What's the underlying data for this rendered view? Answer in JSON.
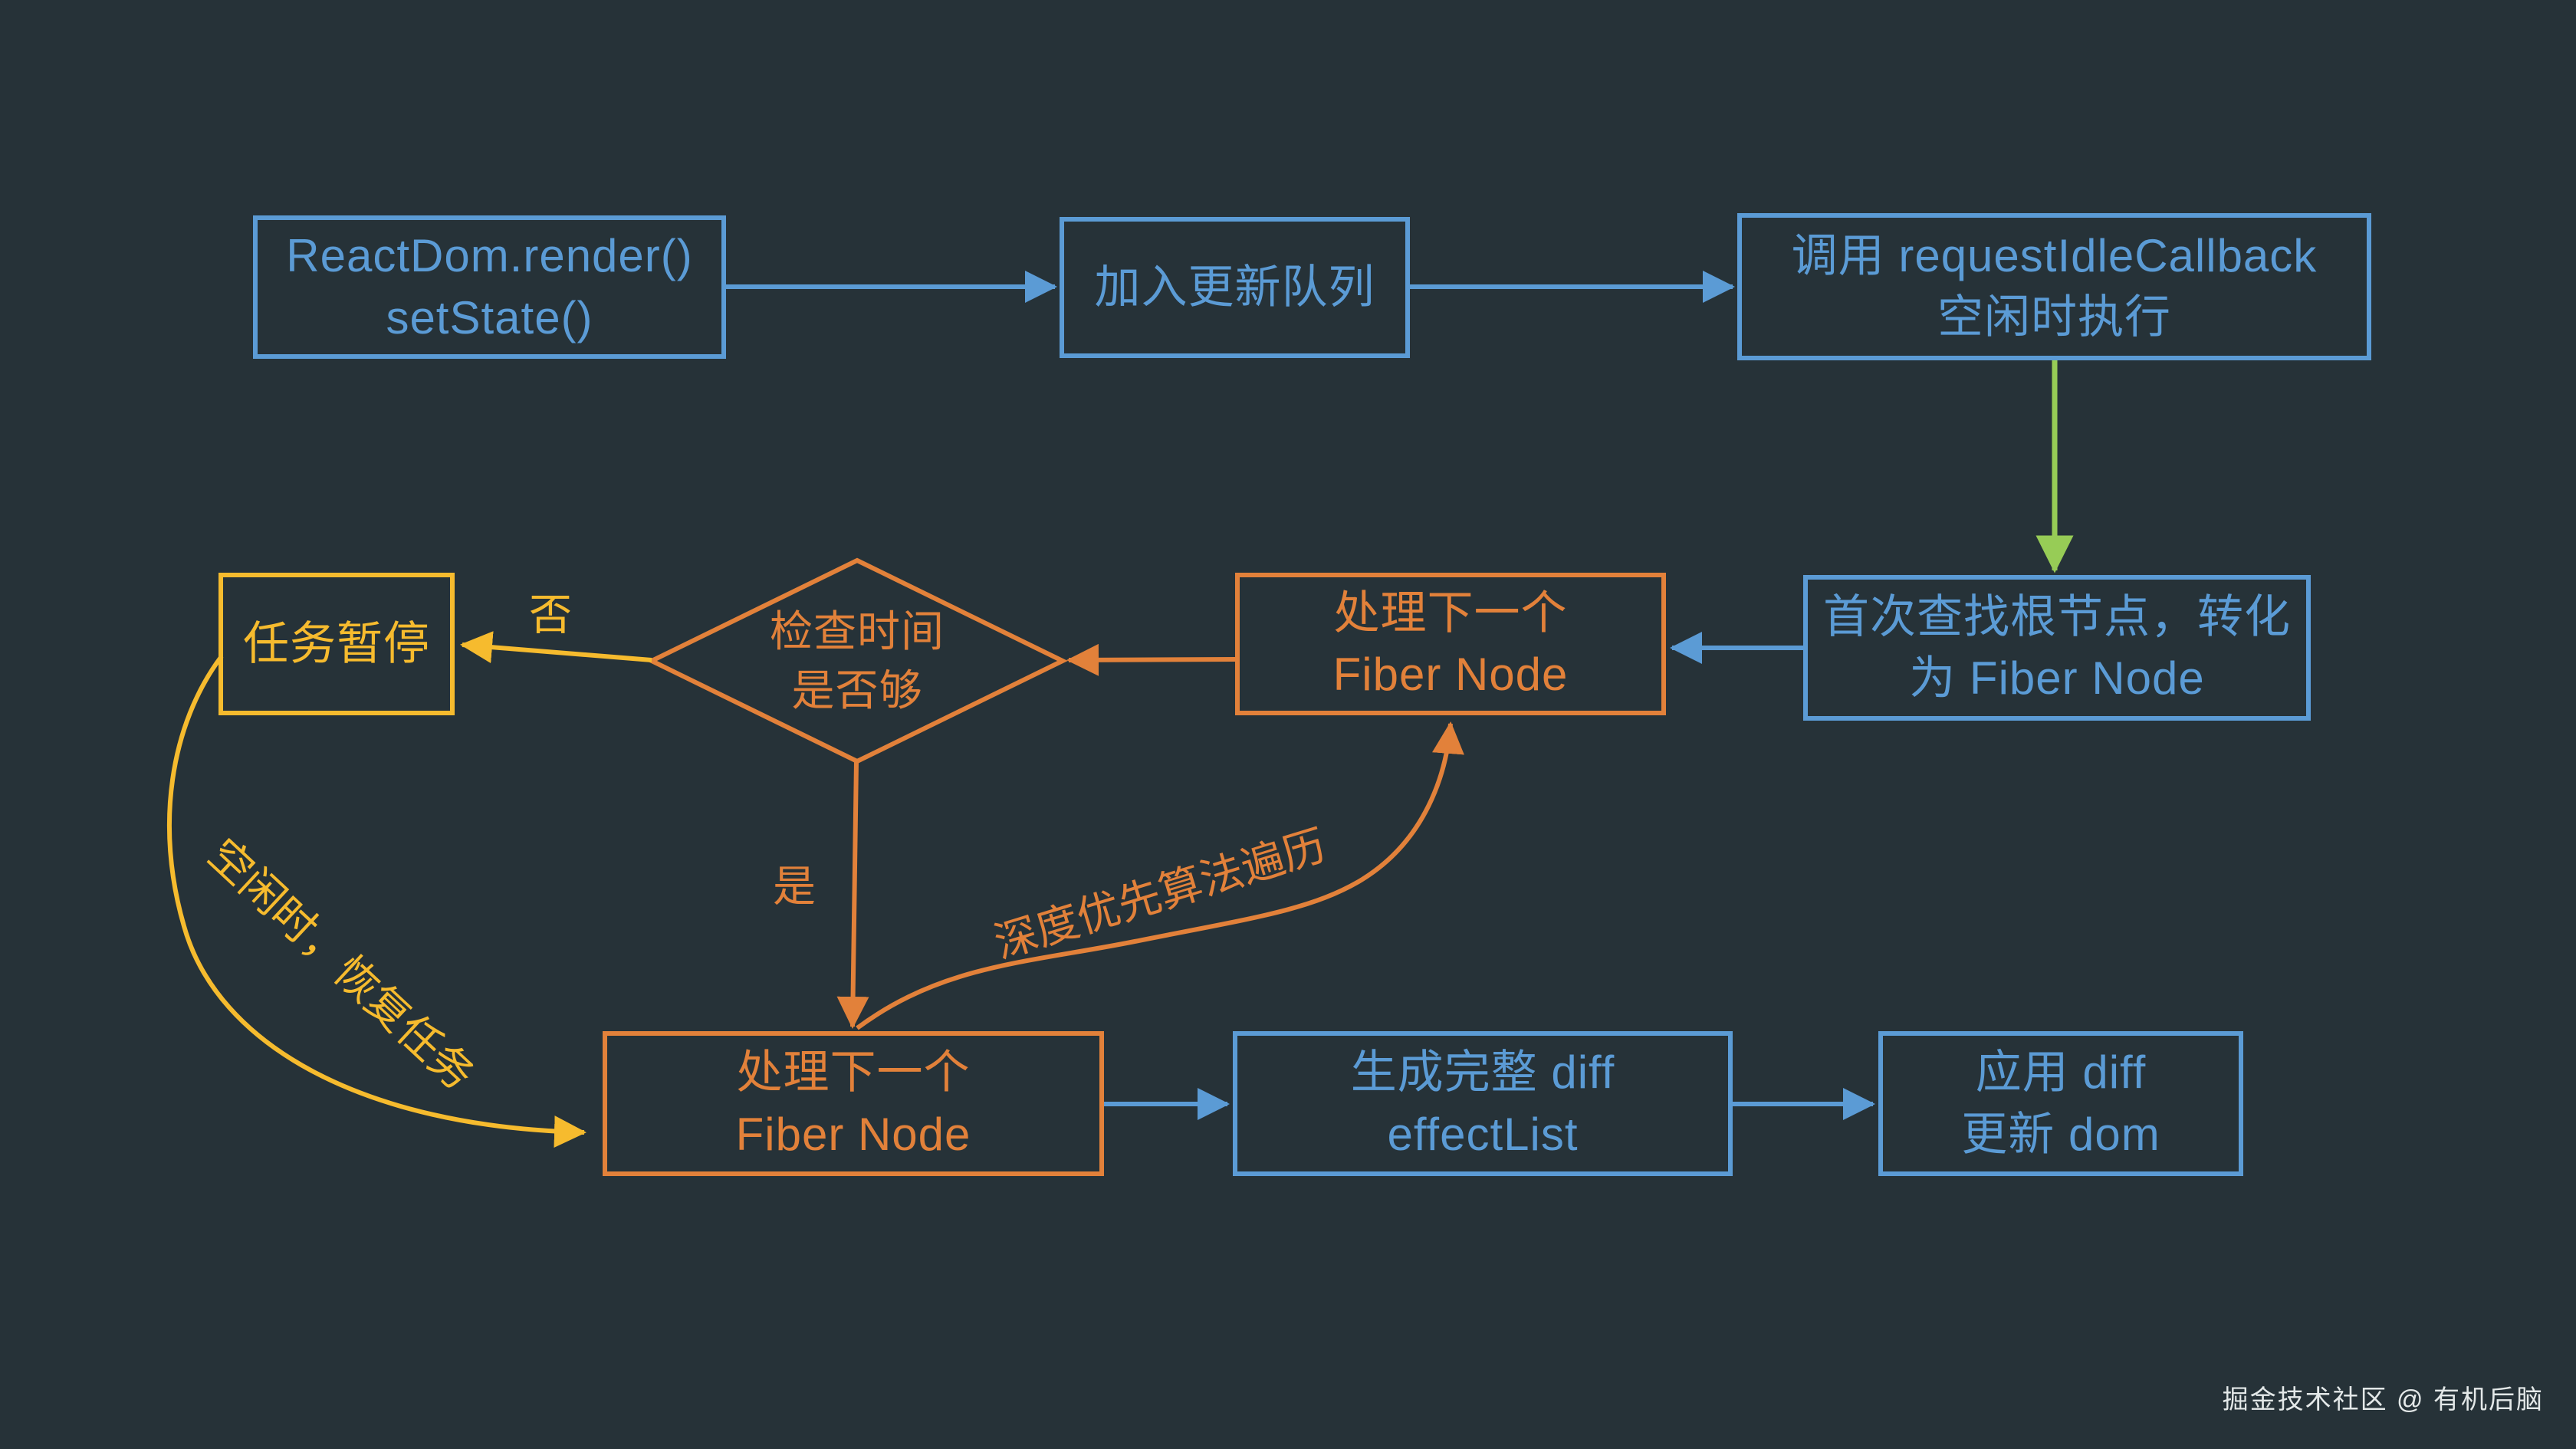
{
  "canvas": {
    "bg": "#263238"
  },
  "colors": {
    "blue": "#5b9bd5",
    "orange": "#e2813a",
    "yellow": "#f6bb2e",
    "green": "#97cc56",
    "text_light": "#e3e8e8"
  },
  "nodes": {
    "render": {
      "lines": [
        "ReactDom.render()",
        "setState()"
      ]
    },
    "queue": {
      "lines": [
        "加入更新队列"
      ]
    },
    "ric": {
      "lines": [
        "调用 requestIdleCallback",
        "空闲时执行"
      ]
    },
    "pause": {
      "lines": [
        "任务暂停"
      ]
    },
    "check": {
      "lines": [
        "检查时间",
        "是否够"
      ]
    },
    "process_mid": {
      "lines": [
        "处理下一个",
        "Fiber Node"
      ]
    },
    "find_root": {
      "lines": [
        "首次查找根节点，转化",
        "为 Fiber Node"
      ]
    },
    "process_bottom": {
      "lines": [
        "处理下一个",
        "Fiber Node"
      ]
    },
    "gen_diff": {
      "lines": [
        "生成完整 diff",
        "effectList"
      ]
    },
    "apply_diff": {
      "lines": [
        "应用 diff",
        "更新 dom"
      ]
    }
  },
  "edge_labels": {
    "no": "否",
    "yes": "是",
    "dfs": "深度优先算法遍历",
    "idle_resume": "空闲时，恢复任务"
  },
  "watermark": "掘金技术社区 @ 有机后脑"
}
